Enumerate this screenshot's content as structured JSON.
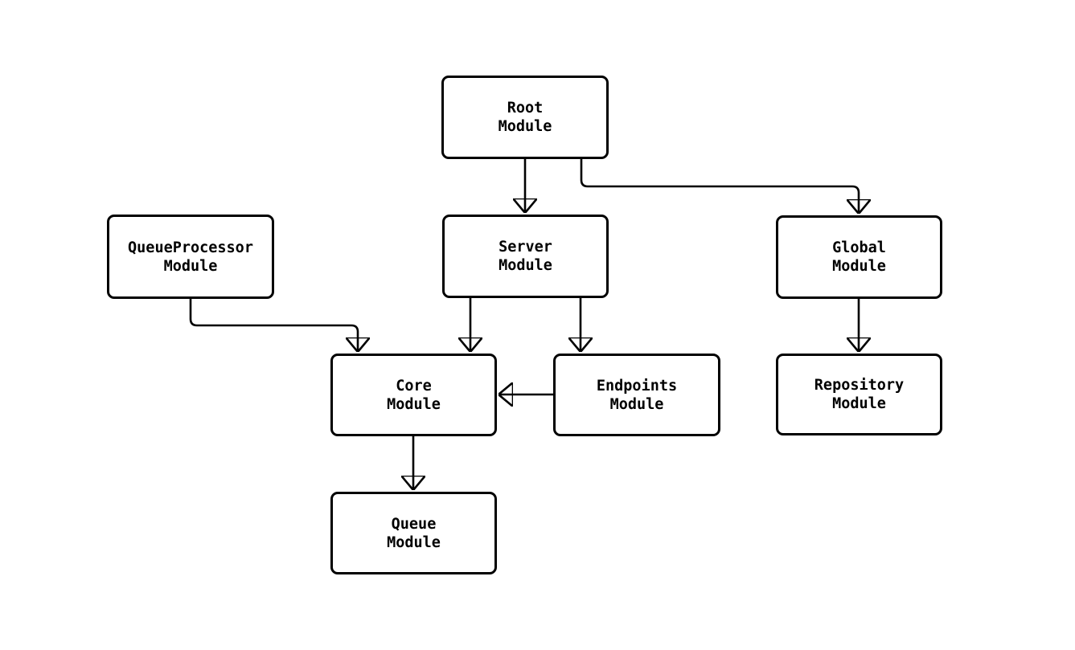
{
  "diagram": {
    "type": "module-dependency-flowchart",
    "background_color": "#ffffff",
    "node_fill_color": "#ffffff",
    "node_border_color": "#000000",
    "edge_color": "#000000",
    "text_color": "#000000",
    "nodes": {
      "root": {
        "line1": "Root",
        "line2": "Module"
      },
      "queueprocessor": {
        "line1": "QueueProcessor",
        "line2": "Module"
      },
      "server": {
        "line1": "Server",
        "line2": "Module"
      },
      "global": {
        "line1": "Global",
        "line2": "Module"
      },
      "core": {
        "line1": "Core",
        "line2": "Module"
      },
      "endpoints": {
        "line1": "Endpoints",
        "line2": "Module"
      },
      "repository": {
        "line1": "Repository",
        "line2": "Module"
      },
      "queue": {
        "line1": "Queue",
        "line2": "Module"
      }
    },
    "edges": [
      {
        "from": "Root Module",
        "to": "Server Module"
      },
      {
        "from": "Root Module",
        "to": "Global Module"
      },
      {
        "from": "QueueProcessor Module",
        "to": "Core Module"
      },
      {
        "from": "Server Module",
        "to": "Core Module"
      },
      {
        "from": "Server Module",
        "to": "Endpoints Module"
      },
      {
        "from": "Endpoints Module",
        "to": "Core Module"
      },
      {
        "from": "Global Module",
        "to": "Repository Module"
      },
      {
        "from": "Core Module",
        "to": "Queue Module"
      }
    ]
  }
}
